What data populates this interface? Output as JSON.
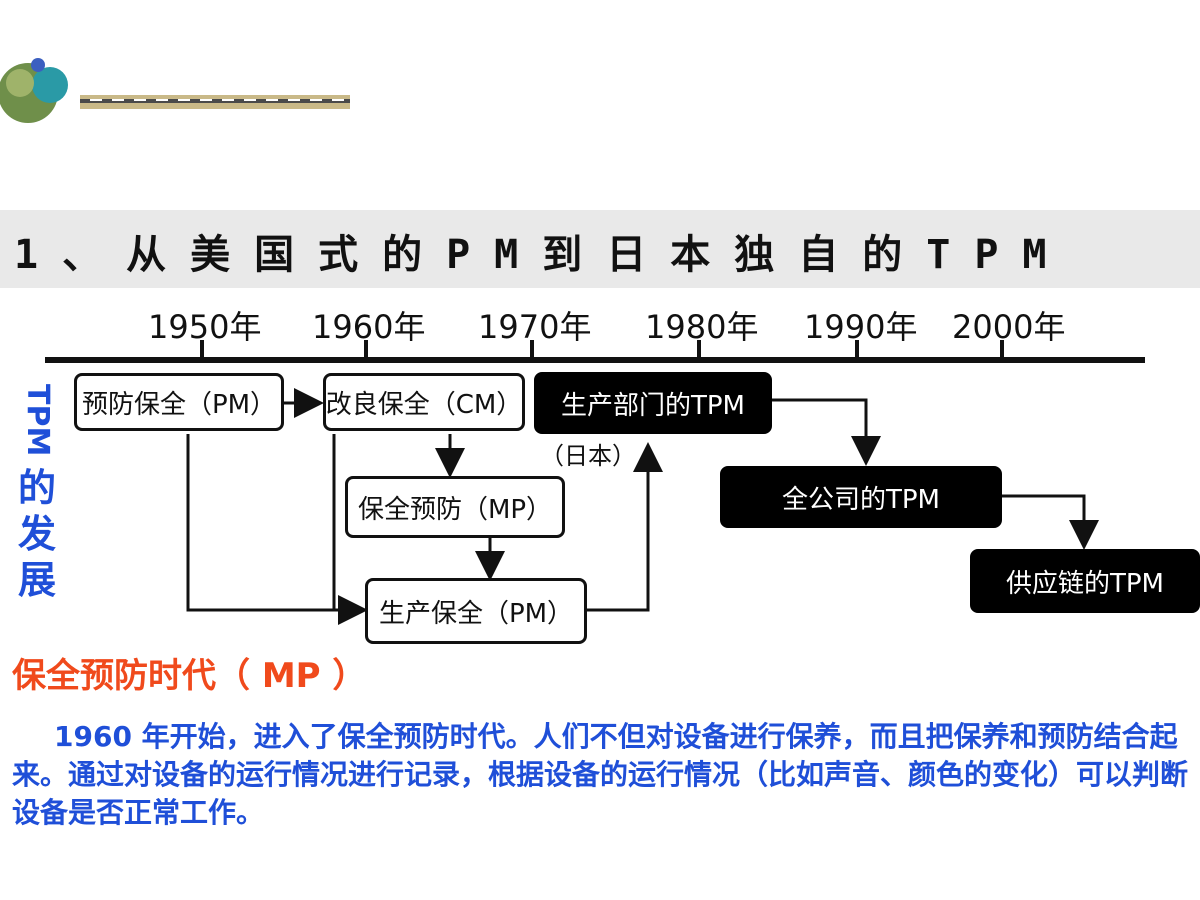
{
  "title": "1、从美国式的PM到日本独自的TPM",
  "timeline": {
    "years": [
      "1950年",
      "1960年",
      "1970年",
      "1980年",
      "1990年",
      "2000年"
    ]
  },
  "side_label": {
    "tpm": "TPM",
    "rest": "的发展"
  },
  "boxes": {
    "pm": "预防保全（PM）",
    "cm": "改良保全（CM）",
    "tpm_production": "生产部门的TPM",
    "mp": "保全预防（MP）",
    "production_pm": "生产保全（PM）",
    "company_tpm": "全公司的TPM",
    "supply_chain_tpm": "供应链的TPM"
  },
  "japan_note": "（日本）",
  "section_title": "保全预防时代（ MP ）",
  "paragraph": "1960 年开始，进入了保全预防时代。人们不但对设备进行保养，而且把保养和预防结合起来。通过对设备的运行情况进行记录，根据设备的运行情况（比如声音、颜色的变化）可以判断设备是否正常工作。",
  "colors": {
    "accent_blue": "#1f4fd8",
    "accent_orange": "#f04a1c",
    "title_band": "#e9e9e9"
  }
}
